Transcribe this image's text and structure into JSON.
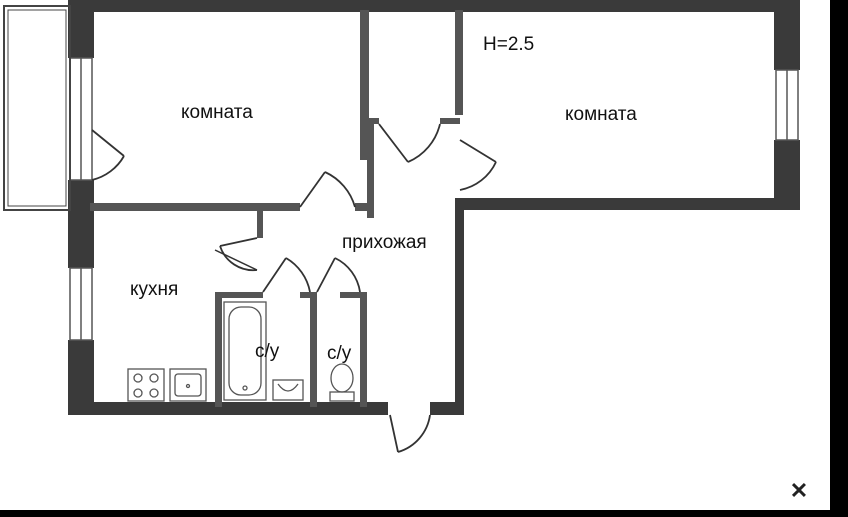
{
  "plan": {
    "height_note": "H=2.5",
    "rooms": {
      "room_left": "комната",
      "room_right": "комната",
      "hallway": "прихожая",
      "kitchen": "кухня",
      "bathroom": "с/у",
      "toilet": "с/у"
    }
  },
  "controls": {
    "close_icon": "close-icon",
    "close_glyph": "✕"
  },
  "colors": {
    "wall": "#3a3a3a",
    "wall_thin": "#555555",
    "background": "#ffffff",
    "frame": "#000000"
  }
}
